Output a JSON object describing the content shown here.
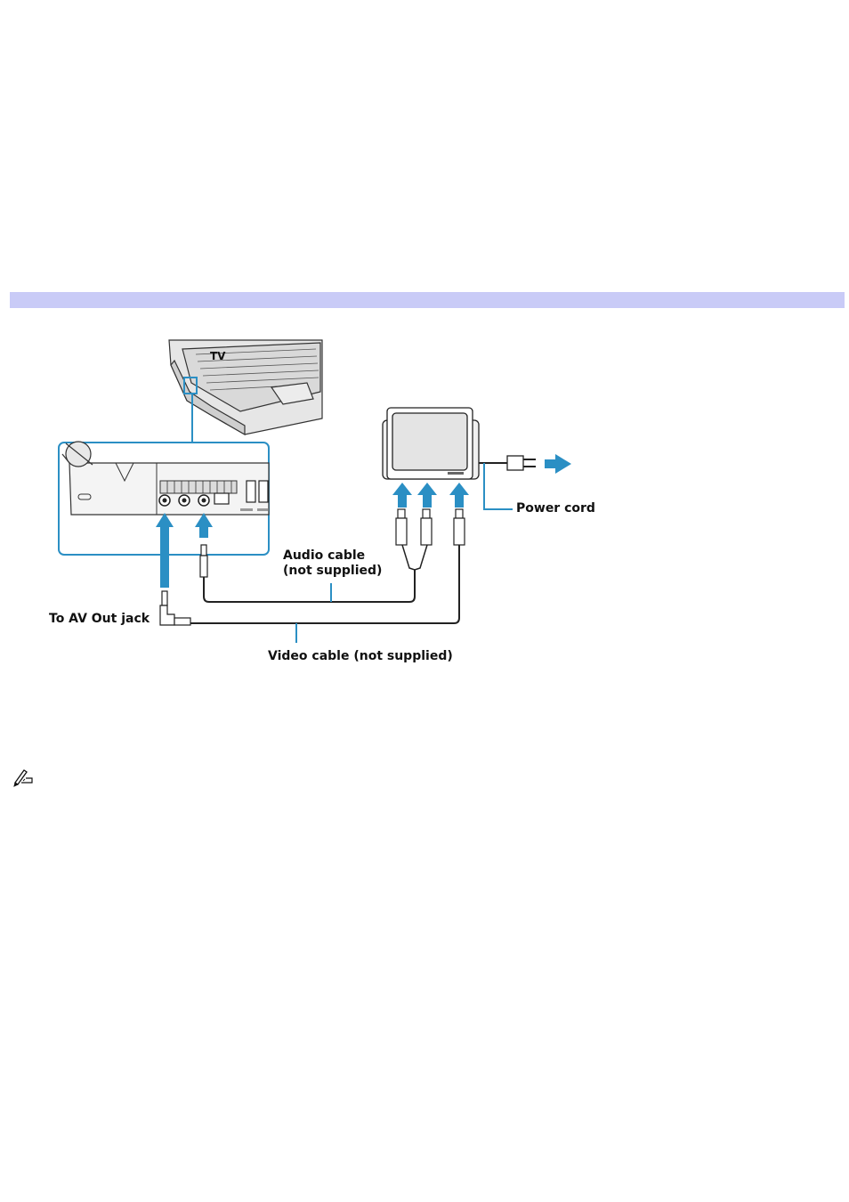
{
  "header": {
    "band_color": "#c9cbf7"
  },
  "figure": {
    "accent_color": "#2b8fc4",
    "labels": {
      "tv": "TV",
      "audio_cable_line1": "Audio cable",
      "audio_cable_line2": "(not supplied)",
      "power_cord": "Power cord",
      "to_av_out": "To AV Out jack",
      "video_cable": "Video cable (not supplied)"
    }
  },
  "note": {
    "icon": "note-pencil-icon"
  }
}
